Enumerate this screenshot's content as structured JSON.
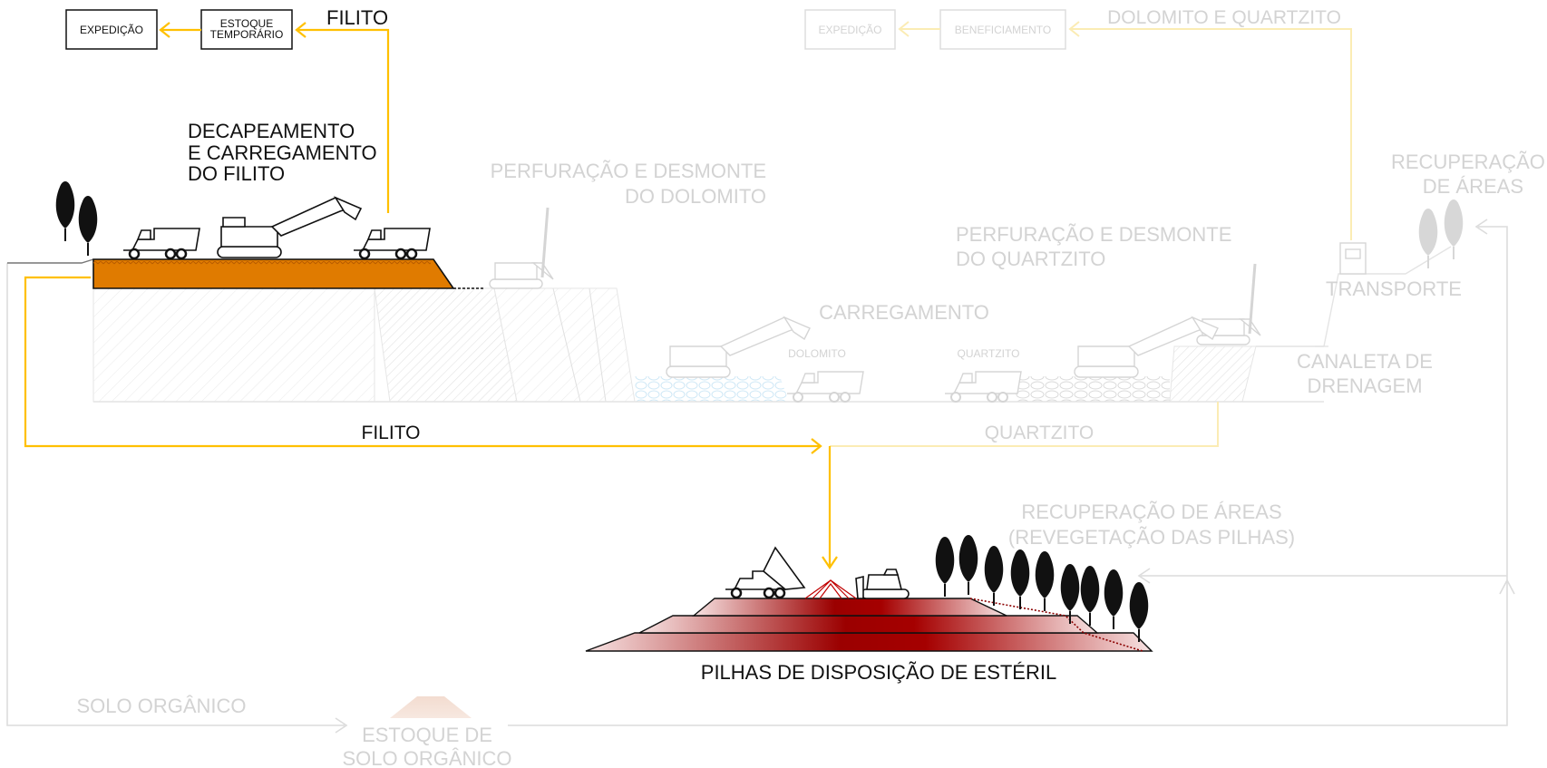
{
  "diagram": {
    "labels": {
      "filito_top": "FILITO",
      "estoque_temporario_line1": "ESTOQUE",
      "estoque_temporario_line2": "TEMPORÁRIO",
      "expedicao_left": "EXPEDIÇÃO",
      "decapeamento_line1": "DECAPEAMENTO",
      "decapeamento_line2": "E CARREGAMENTO",
      "decapeamento_line3": "DO FILITO",
      "expedicao_right": "EXPEDIÇÃO",
      "beneficiamento": "BENEFICIAMENTO",
      "dolomito_quartzito": "DOLOMITO E QUARTZITO",
      "perfuracao_dolomito_line1": "PERFURAÇÃO E DESMONTE",
      "perfuracao_dolomito_line2": "DO DOLOMITO",
      "perfuracao_quartzito_line1": "PERFURAÇÃO E DESMONTE",
      "perfuracao_quartzito_line2": "DO QUARTZITO",
      "carregamento": "CARREGAMENTO",
      "dolomito_small": "DOLOMITO",
      "quartzito_small": "QUARTZITO",
      "recuperacao_line1": "RECUPERAÇÃO",
      "recuperacao_line2": "DE ÁREAS",
      "transporte": "TRANSPORTE",
      "canaleta_line1": "CANALETA DE",
      "canaleta_line2": "DRENAGEM",
      "filito_bottom": "FILITO",
      "quartzito_bottom": "QUARTZITO",
      "recuperacao_pilhas_line1": "RECUPERAÇÃO DE ÁREAS",
      "recuperacao_pilhas_line2": "(REVEGETAÇÃO DAS PILHAS)",
      "pilhas": "PILHAS DE DISPOSIÇÃO DE ESTÉRIL",
      "solo_organico": "SOLO ORGÂNICO",
      "estoque_solo_line1": "ESTOQUE DE",
      "estoque_solo_line2": "SOLO ORGÂNICO"
    },
    "colors": {
      "flow_active": "#ffc000",
      "flow_faded": "#fbecb4",
      "overburden": "#e07b00",
      "pile_dark": "#a00000",
      "text_dark": "#111111",
      "text_faded": "#d3d3d3"
    },
    "icons": [
      "tree-icon",
      "truck-icon",
      "excavator-icon",
      "drill-rig-icon",
      "bulldozer-icon",
      "dump-truck-icon"
    ]
  }
}
